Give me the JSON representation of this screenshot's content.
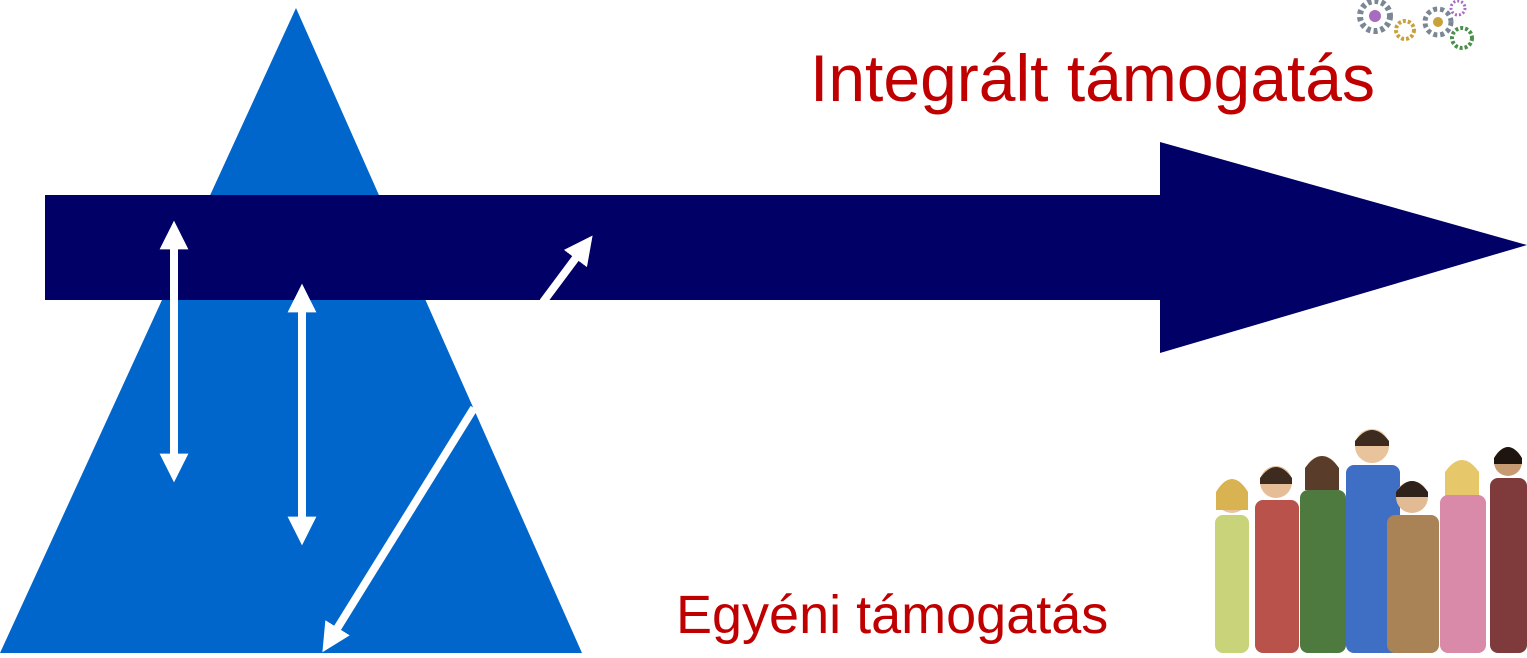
{
  "labels": {
    "integrated": "Integrált támogatás",
    "individual": "Egyéni támogatás"
  },
  "colors": {
    "triangle": "#0066CC",
    "band_arrow": "#000066",
    "inner_arrows": "#FFFFFF",
    "text": "#C00000",
    "gears": [
      "#7b8794",
      "#a86bbf",
      "#4c8f4c",
      "#c8a13a"
    ]
  },
  "icons": {
    "gears": "gears-icon",
    "people_photo": "group-of-people-photo"
  }
}
